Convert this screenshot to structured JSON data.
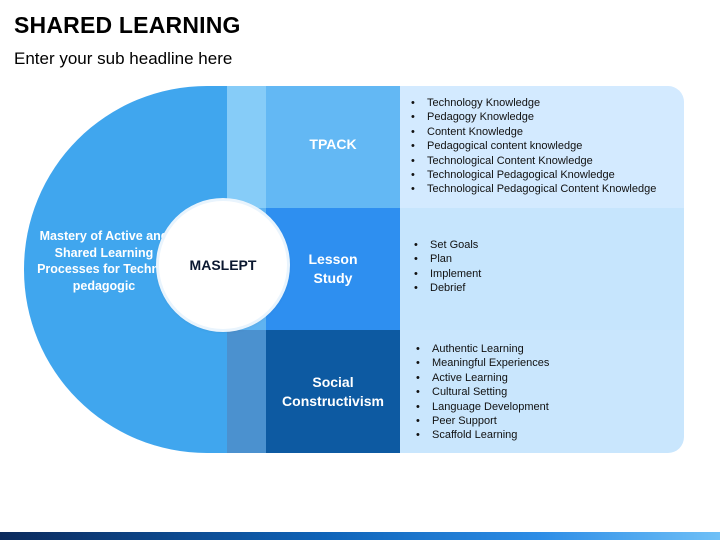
{
  "slide": {
    "title": "SHARED LEARNING",
    "subtitle": "Enter your sub headline here"
  },
  "diagram": {
    "left_text": "Mastery of Active and Shared Learning Processes for Techno-pedagogic",
    "center_label": "MASLEPT",
    "rows": [
      {
        "label_lines": [
          "TPACK"
        ],
        "items": [
          "Technology Knowledge",
          "Pedagogy Knowledge",
          "Content Knowledge",
          "Pedagogical content knowledge",
          "Technological Content Knowledge",
          "Technological Pedagogical Knowledge",
          "Technological Pedagogical Content Knowledge"
        ]
      },
      {
        "label_lines": [
          "Lesson",
          "Study"
        ],
        "items": [
          "Set Goals",
          "Plan",
          "Implement",
          "Debrief"
        ]
      },
      {
        "label_lines": [
          "Social",
          "Constructivism"
        ],
        "items": [
          "Authentic Learning",
          "Meaningful Experiences",
          "Active Learning",
          "Cultural Setting",
          "Language Development",
          "Peer Support",
          "Scaffold Learning"
        ]
      }
    ]
  },
  "colors": {
    "half_disc": "#40a6ee",
    "tpack_fill": "#63b8f4",
    "lesson_fill": "#2e8ff0",
    "social_fill": "#0d5aa2",
    "panel_fill": "#d3eaff"
  }
}
